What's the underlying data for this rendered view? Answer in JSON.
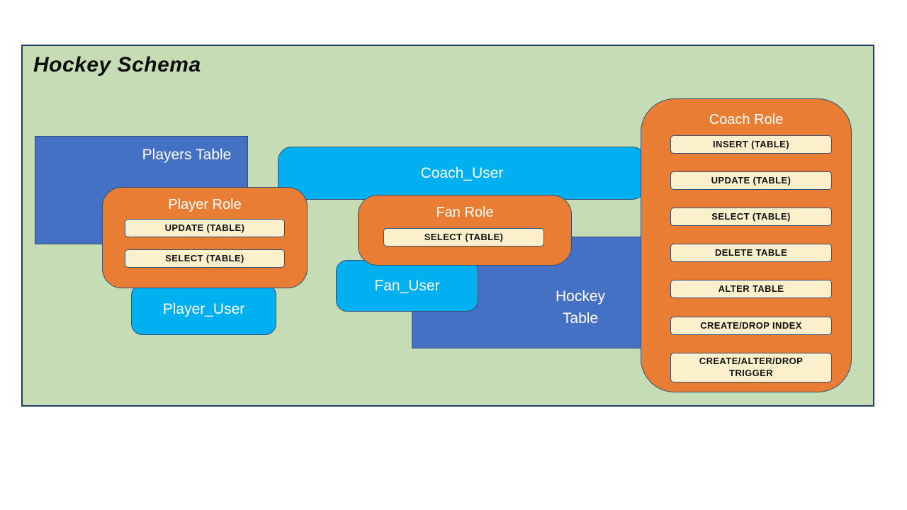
{
  "schema": {
    "title": "Hockey Schema"
  },
  "colors": {
    "canvas_green": "#c5dcb5",
    "frame_navy": "#1f3f66",
    "outline_navy": "#31517a",
    "table_blue": "#4571c4",
    "user_cyan": "#00b0f0",
    "role_orange": "#e87d33",
    "privilege_cream": "#fcf0cc",
    "title_black": "#0d0d0d",
    "label_white": "#ffffff",
    "privilege_text": "#111111"
  },
  "nodes": {
    "players_table": {
      "label": "Players Table"
    },
    "hockey_table": {
      "label": "Hockey Table",
      "lines": [
        "Hockey",
        "Table"
      ]
    },
    "coach_user": {
      "label": "Coach_User"
    },
    "player_user": {
      "label": "Player_User"
    },
    "fan_user": {
      "label": "Fan_User"
    },
    "player_role": {
      "title": "Player Role",
      "privileges": [
        "UPDATE (TABLE)",
        "SELECT (TABLE)"
      ]
    },
    "fan_role": {
      "title": "Fan Role",
      "privileges": [
        "SELECT (TABLE)"
      ]
    },
    "coach_role": {
      "title": "Coach Role",
      "privileges": [
        "INSERT (TABLE)",
        "UPDATE (TABLE)",
        "SELECT (TABLE)",
        "DELETE TABLE",
        "ALTER TABLE",
        "CREATE/DROP INDEX",
        "CREATE/ALTER/DROP TRIGGER"
      ]
    }
  }
}
